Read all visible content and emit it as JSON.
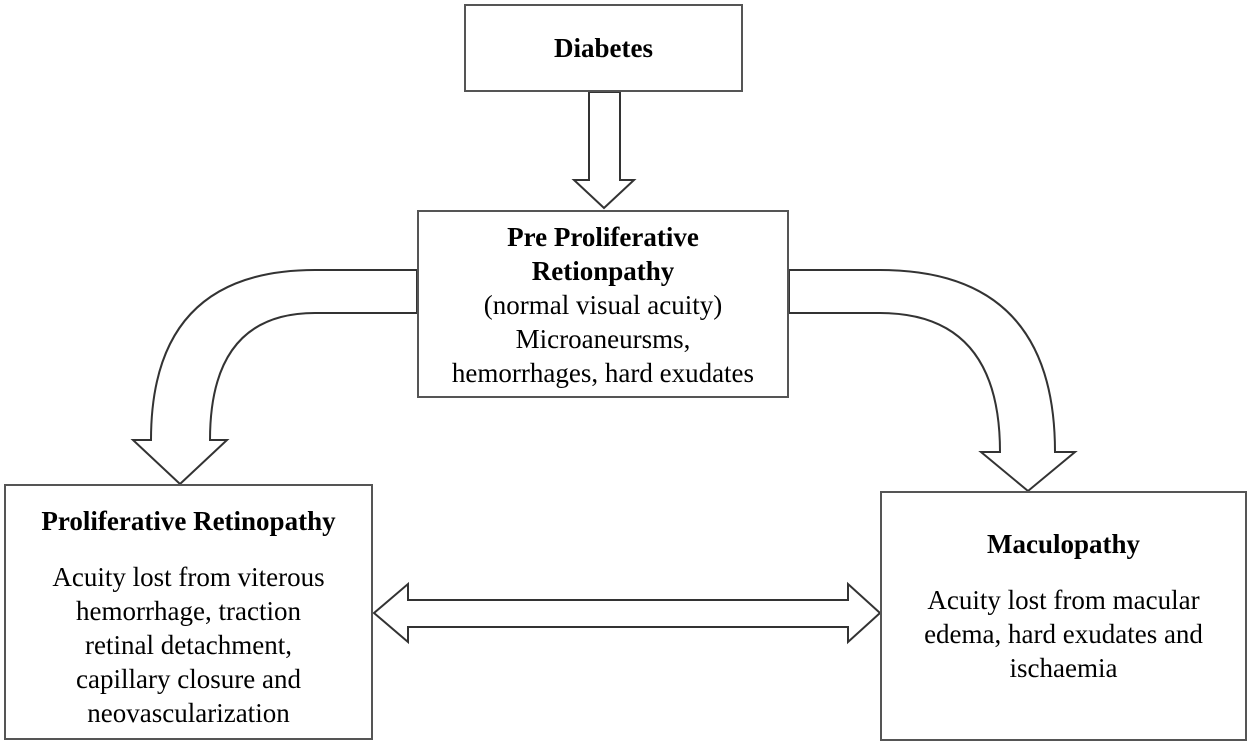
{
  "diabetes": {
    "title": "Diabetes"
  },
  "pre_proliferative": {
    "title_line1": "Pre Proliferative",
    "title_line2": "Retionpathy",
    "lines": [
      "(normal visual acuity)",
      "Microaneursms,",
      "hemorrhages, hard exudates"
    ]
  },
  "proliferative": {
    "title": "Proliferative Retinopathy",
    "lines": [
      "Acuity lost from viterous",
      "hemorrhage, traction",
      "retinal detachment,",
      "capillary closure and",
      "neovascularization"
    ]
  },
  "maculopathy": {
    "title": "Maculopathy",
    "lines": [
      "Acuity lost from macular",
      "edema, hard exudates and",
      "ischaemia"
    ]
  }
}
